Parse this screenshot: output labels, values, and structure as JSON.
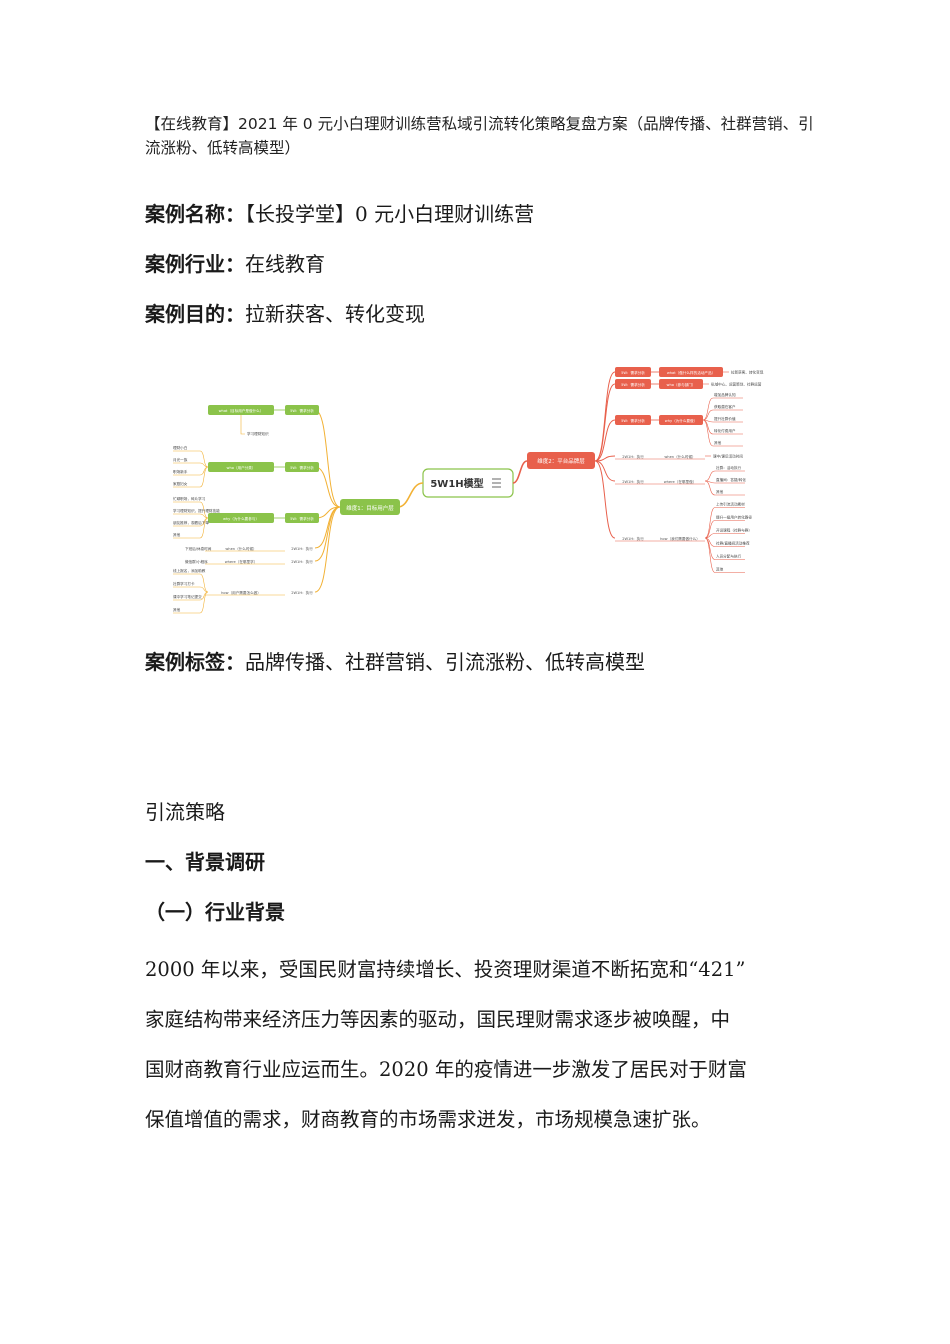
{
  "doc": {
    "title": "【在线教育】2021 年 0 元小白理财训练营私域引流转化策略复盘方案（品牌传播、社群营销、引流涨粉、低转高模型）",
    "case_name_key": "案例名称：",
    "case_name_val": "【长投学堂】0 元小白理财训练营",
    "industry_key": "案例行业：",
    "industry_val": "在线教育",
    "purpose_key": "案例目的：",
    "purpose_val": "拉新获客、转化变现",
    "tags_key": "案例标签：",
    "tags_val": "品牌传播、社群营销、引流涨粉、低转高模型",
    "section": "引流策略",
    "h1": "一、背景调研",
    "h2": "（一）行业背景",
    "para_lines": [
      "2000 年以来，受国民财富持续增长、投资理财渠道不断拓宽和“421”",
      "家庭结构带来经济压力等因素的驱动，国民理财需求逐步被唤醒，中",
      "国财商教育行业应运而生。2020 年的疫情进一步激发了居民对于财富",
      "保值增值的需求，财商教育的市场需求迸发，市场规模急速扩张。"
    ]
  },
  "mindmap": {
    "center": "5W1H模型",
    "left_root": "维度1：目标用户层",
    "right_root": "维度2：平台品牌层",
    "colors": {
      "green": "#8bc34a",
      "red": "#e8604c",
      "orange": "#f2b134"
    },
    "left_groups": [
      {
        "w": "5W：需求分析",
        "q": "what（目标用户是做什么）",
        "items": [
          "学习理财知识"
        ]
      },
      {
        "w": "5W：需求分析",
        "q": "who（用户分类）",
        "items": [
          "理财小白",
          "月光一族",
          "职场新手",
          "家庭妇女"
        ]
      },
      {
        "w": "5W：需求分析",
        "q": "why（为什么要参与）",
        "items": [
          "忙碌职场，碎片学习",
          "学习理财知识，提升理财技能",
          "朋友推荐，观看后下单",
          "其他"
        ]
      },
      {
        "w": "2W1H：执行",
        "q": "when（什么时候）",
        "items": [
          "下班后/休息时间"
        ]
      },
      {
        "w": "2W1H：执行",
        "q": "where（在哪里学）",
        "items": [
          "微信群/小程序"
        ]
      },
      {
        "w": "2W1H：执行",
        "q": "how（用户需要怎么做）",
        "items": [
          "线上报名，添加助教",
          "社群学习打卡",
          "课中学习笔记提交",
          "其他"
        ]
      }
    ],
    "right_groups": [
      {
        "w": "5W：需求分析",
        "q": "what（做什么样的活动产品）",
        "items": [
          "拉新获客、转化变现"
        ]
      },
      {
        "w": "5W：需求分析",
        "q": "who（参与部门）",
        "items": [
          "私域中心、运营策划、社群运营"
        ]
      },
      {
        "w": "5W：需求分析",
        "q": "why（为什么要做）",
        "items": [
          "增加品牌认知",
          "获取潜在客户",
          "提升社群价值",
          "转化付费用户",
          "其他"
        ]
      },
      {
        "w": "2W1H：执行",
        "q": "when（什么时候）",
        "items": [
          "课中/课后活动时间"
        ]
      },
      {
        "w": "2W1H：执行",
        "q": "where（在哪里做）",
        "items": [
          "社群：活动执行",
          "直播间：答疑/转化",
          "其他"
        ]
      },
      {
        "w": "2W1H：执行",
        "q": "how（我们需要做什么）",
        "items": [
          "上传引流活动素材",
          "提升一级用户转化路径",
          "开设课程（社群与群）",
          "社群/直播间活动推荐",
          "人员分配与执行",
          "其他"
        ]
      }
    ]
  }
}
